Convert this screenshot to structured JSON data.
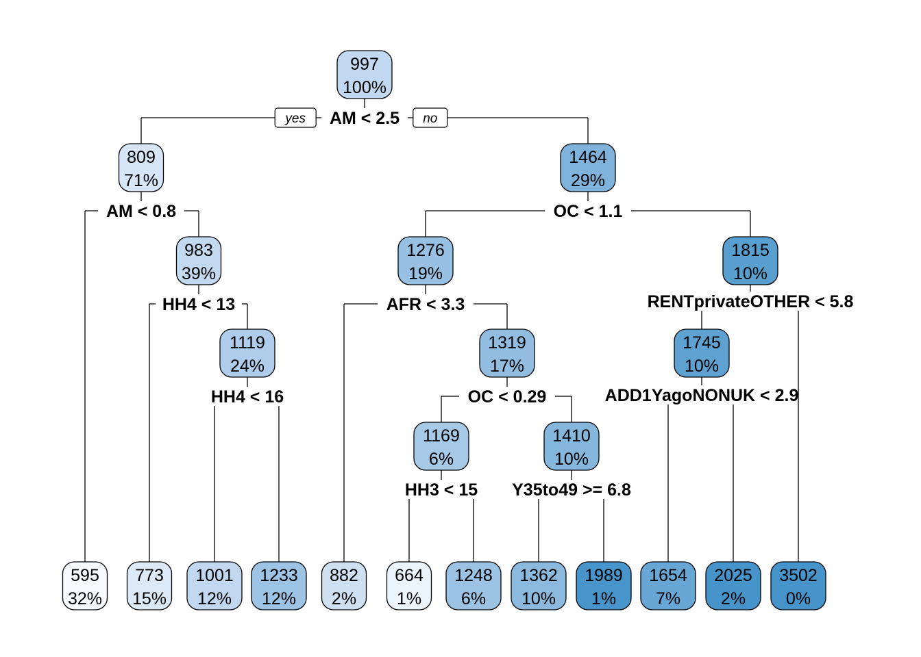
{
  "tree": {
    "branch_labels": {
      "yes": "yes",
      "no": "no"
    },
    "colors": {
      "light": "#f7fbff",
      "mid": "#bfd6ef",
      "dark": "#4694ca",
      "edge": "#000000"
    },
    "nodes": [
      {
        "id": "n1",
        "value": "997",
        "pct": "100%",
        "n": 997
      },
      {
        "id": "n2",
        "value": "809",
        "pct": "71%",
        "n": 809
      },
      {
        "id": "n3",
        "value": "1464",
        "pct": "29%",
        "n": 1464
      },
      {
        "id": "n4",
        "value": "983",
        "pct": "39%",
        "n": 983
      },
      {
        "id": "n5",
        "value": "1119",
        "pct": "24%",
        "n": 1119
      },
      {
        "id": "n6",
        "value": "1276",
        "pct": "19%",
        "n": 1276
      },
      {
        "id": "n7",
        "value": "1815",
        "pct": "10%",
        "n": 1815
      },
      {
        "id": "n8",
        "value": "1319",
        "pct": "17%",
        "n": 1319
      },
      {
        "id": "n9",
        "value": "1745",
        "pct": "10%",
        "n": 1745
      },
      {
        "id": "n10",
        "value": "1169",
        "pct": "6%",
        "n": 1169
      },
      {
        "id": "n11",
        "value": "1410",
        "pct": "10%",
        "n": 1410
      },
      {
        "id": "l1",
        "value": "595",
        "pct": "32%",
        "n": 595
      },
      {
        "id": "l2",
        "value": "773",
        "pct": "15%",
        "n": 773
      },
      {
        "id": "l3",
        "value": "1001",
        "pct": "12%",
        "n": 1001
      },
      {
        "id": "l4",
        "value": "1233",
        "pct": "12%",
        "n": 1233
      },
      {
        "id": "l5",
        "value": "882",
        "pct": "2%",
        "n": 882
      },
      {
        "id": "l6",
        "value": "664",
        "pct": "1%",
        "n": 664
      },
      {
        "id": "l7",
        "value": "1248",
        "pct": "6%",
        "n": 1248
      },
      {
        "id": "l8",
        "value": "1362",
        "pct": "10%",
        "n": 1362
      },
      {
        "id": "l9",
        "value": "1989",
        "pct": "1%",
        "n": 1989
      },
      {
        "id": "l10",
        "value": "1654",
        "pct": "7%",
        "n": 1654
      },
      {
        "id": "l11",
        "value": "2025",
        "pct": "2%",
        "n": 2025
      },
      {
        "id": "l12",
        "value": "3502",
        "pct": "0%",
        "n": 3502
      }
    ],
    "splits": [
      {
        "node": "n1",
        "label": "AM < 2.5",
        "left": "n2",
        "right": "n3"
      },
      {
        "node": "n2",
        "label": "AM < 0.8",
        "left": "l1",
        "right": "n4"
      },
      {
        "node": "n3",
        "label": "OC < 1.1",
        "left": "n6",
        "right": "n7"
      },
      {
        "node": "n4",
        "label": "HH4 < 13",
        "left": "l2",
        "right": "n5"
      },
      {
        "node": "n5",
        "label": "HH4 < 16",
        "left": "l3",
        "right": "l4"
      },
      {
        "node": "n6",
        "label": "AFR < 3.3",
        "left": "l5",
        "right": "n8"
      },
      {
        "node": "n7",
        "label": "RENTprivateOTHER < 5.8",
        "left": "n9",
        "right": "l12"
      },
      {
        "node": "n8",
        "label": "OC < 0.29",
        "left": "n10",
        "right": "n11"
      },
      {
        "node": "n9",
        "label": "ADD1YagoNONUK < 2.9",
        "left": "l10",
        "right": "l11"
      },
      {
        "node": "n10",
        "label": "HH3 < 15",
        "left": "l6",
        "right": "l7"
      },
      {
        "node": "n11",
        "label": "Y35to49 >= 6.8",
        "left": "l8",
        "right": "l9"
      }
    ]
  }
}
